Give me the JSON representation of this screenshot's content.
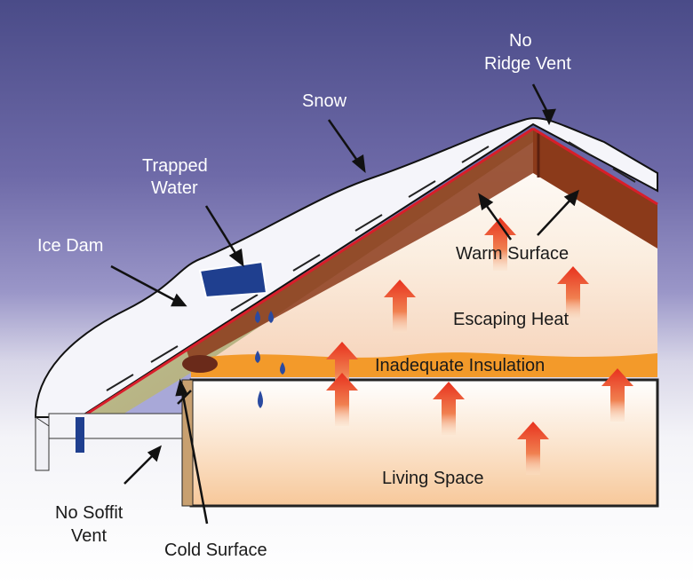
{
  "diagram": {
    "labels": {
      "no_ridge_vent_1": "No",
      "no_ridge_vent_2": "Ridge Vent",
      "snow": "Snow",
      "trapped_water_1": "Trapped",
      "trapped_water_2": "Water",
      "ice_dam": "Ice Dam",
      "warm_surface": "Warm Surface",
      "escaping_heat": "Escaping Heat",
      "inadequate_insulation": "Inadequate Insulation",
      "living_space": "Living Space",
      "no_soffit_vent_1": "No Soffit",
      "no_soffit_vent_2": "Vent",
      "cold_surface": "Cold Surface"
    },
    "colors": {
      "sky_top": "#4e4f8c",
      "sky_mid": "#8a86c0",
      "rafter": "#8b3a1a",
      "insulation": "#f39a2a",
      "heat_arrow": "#e8321e",
      "roof_line": "#d81e2a",
      "water": "#1f3f8f"
    }
  }
}
